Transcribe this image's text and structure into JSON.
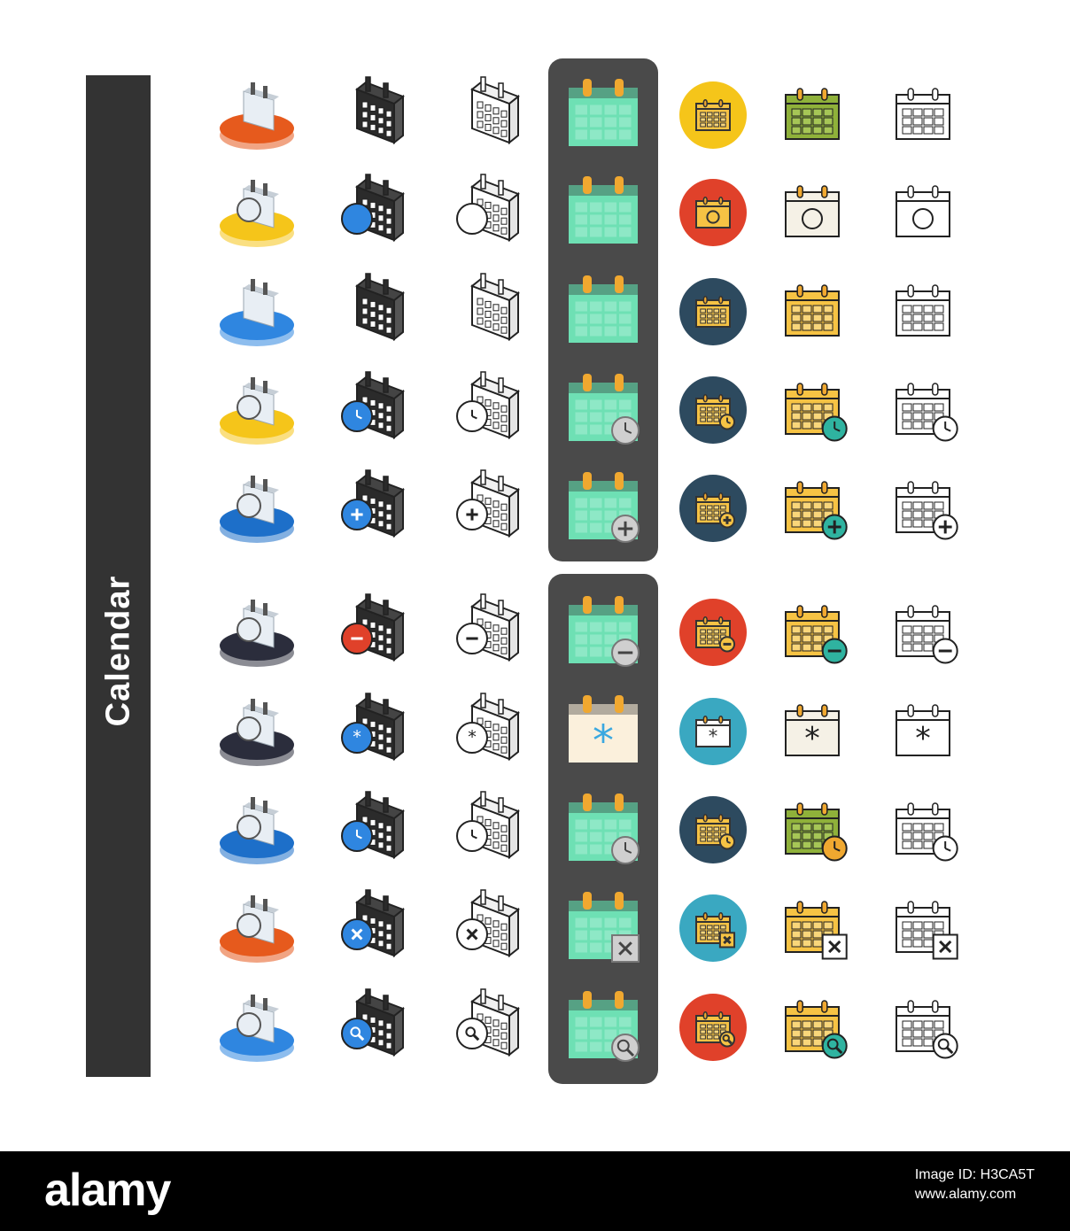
{
  "sidebar": {
    "title": "Calendar"
  },
  "columns": [
    "isometric-color",
    "isometric-filled",
    "isometric-outline",
    "flat-dark-panel",
    "flat-circle",
    "flat-color-outline",
    "line"
  ],
  "rows": [
    {
      "name": "calendar",
      "base": "#e65a1d"
    },
    {
      "name": "calendar-alarm",
      "base": "#f5c51a"
    },
    {
      "name": "calendar-month",
      "base": "#2f86e0"
    },
    {
      "name": "calendar-clock",
      "base": "#f5c51a"
    },
    {
      "name": "calendar-add",
      "base": "#1d6fc9"
    },
    {
      "name": "calendar-remove",
      "base": "#2b2d3c"
    },
    {
      "name": "calendar-asterisk",
      "base": "#2b2d3c"
    },
    {
      "name": "calendar-time",
      "base": "#1d6fc9"
    },
    {
      "name": "calendar-delete",
      "base": "#e65a1d"
    },
    {
      "name": "calendar-search",
      "base": "#2f86e0"
    }
  ],
  "circle_colors": [
    "#f5c51a",
    "#e0412a",
    "#2d4a5f",
    "#2d4a5f",
    "#2d4a5f",
    "#e0412a",
    "#3aa8c1",
    "#2d4a5f",
    "#3aa8c1",
    "#e0412a"
  ],
  "colors": {
    "accent_green": "#6ee0b4",
    "panel": "#4a4a4a",
    "calendar_yellow": "#f6c344",
    "pin_orange": "#f0a830"
  },
  "footer": {
    "brand": "alamy",
    "image_id": "Image ID: H3CA5T",
    "site": "www.alamy.com"
  }
}
